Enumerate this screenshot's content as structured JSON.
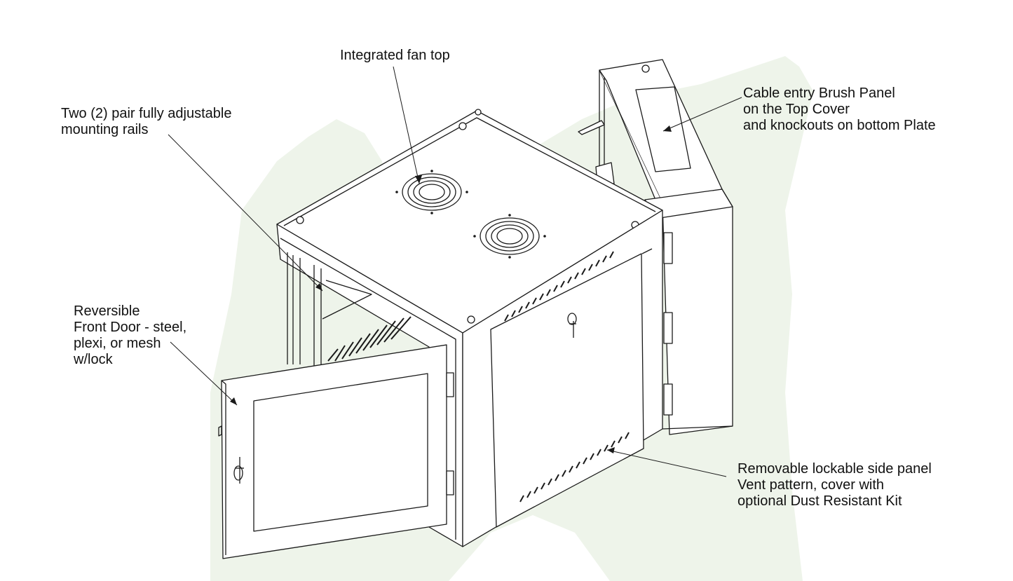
{
  "callouts": {
    "fan_top": {
      "lines": [
        "Integrated fan top"
      ]
    },
    "rails": {
      "lines": [
        "Two (2) pair fully adjustable",
        "mounting rails"
      ]
    },
    "cable_entry": {
      "lines": [
        "Cable entry Brush Panel",
        "on the Top Cover",
        "and knockouts on bottom Plate"
      ]
    },
    "front_door": {
      "lines": [
        "Reversible",
        "Front Door - steel,",
        "plexi, or mesh",
        "w/lock"
      ]
    },
    "side_panel": {
      "lines": [
        "Removable lockable side panel",
        "Vent pattern, cover with",
        "optional Dust Resistant Kit"
      ]
    }
  },
  "colors": {
    "line": "#1a1a1a",
    "background_shape": "#eef4ea",
    "text": "#111111"
  },
  "icons": [
    "key-lock-icon",
    "fan-grille-icon"
  ]
}
